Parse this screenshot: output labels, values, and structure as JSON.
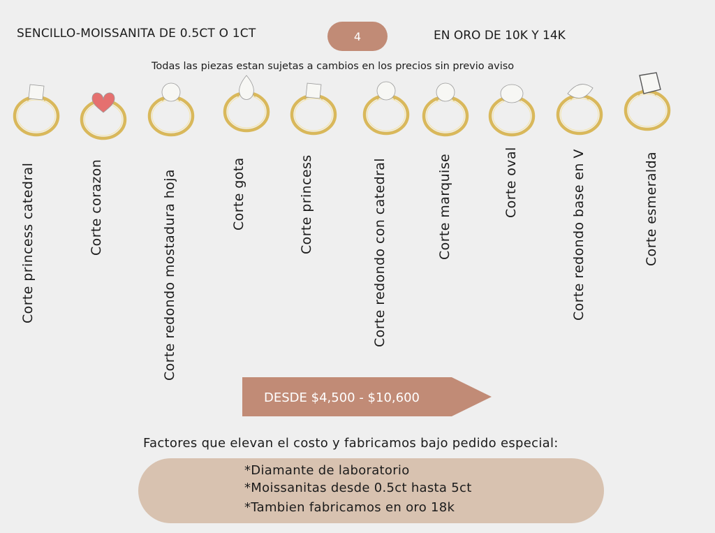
{
  "header": {
    "title_left": "SENCILLO-MOISSANITA DE 0.5CT O 1CT",
    "page_number": "4",
    "title_right": "EN ORO DE 10K Y 14K",
    "disclaimer": "Todas las piezas estan sujetas a cambios en los precios sin previo aviso"
  },
  "colors": {
    "accent": "#c18b76",
    "box": "#d8c2b0",
    "gold": "#d9b85b",
    "pink_stone": "#e5706f",
    "background": "#efefef"
  },
  "rings": [
    {
      "label": "Corte princess catedral",
      "stone": "square",
      "stone_color": "white"
    },
    {
      "label": "Corte corazon",
      "stone": "heart",
      "stone_color": "pink"
    },
    {
      "label": "Corte redondo mostadura hoja",
      "stone": "round",
      "stone_color": "white"
    },
    {
      "label": "Corte gota",
      "stone": "pear",
      "stone_color": "white"
    },
    {
      "label": "Corte princess",
      "stone": "square",
      "stone_color": "white"
    },
    {
      "label": "Corte redondo con catedral",
      "stone": "round",
      "stone_color": "white"
    },
    {
      "label": "Corte marquise",
      "stone": "round",
      "stone_color": "white"
    },
    {
      "label": "Corte oval",
      "stone": "oval",
      "stone_color": "white"
    },
    {
      "label": "Corte redondo base en V",
      "stone": "marquise",
      "stone_color": "white"
    },
    {
      "label": "Corte esmeralda",
      "stone": "emerald",
      "stone_color": "white"
    }
  ],
  "price": {
    "text": "DESDE $4,500 - $10,600"
  },
  "factors": {
    "heading": "Factores que elevan  el costo y fabricamos bajo pedido especial:",
    "items": [
      "*Diamante de laboratorio",
      "*Moissanitas desde 0.5ct hasta 5ct",
      "*Tambien fabricamos en oro 18k"
    ]
  }
}
